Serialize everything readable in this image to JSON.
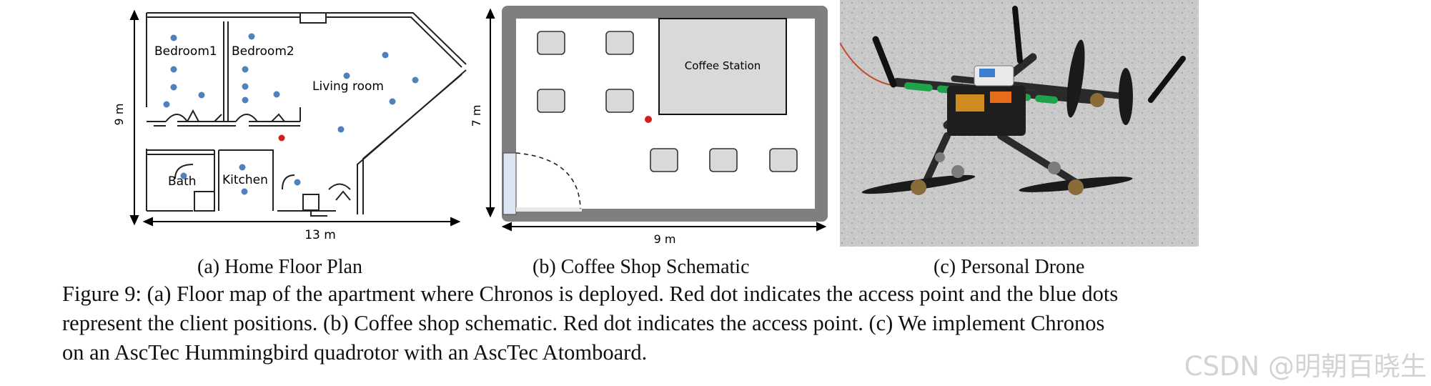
{
  "floor_plan": {
    "rooms": [
      "Bedroom1",
      "Bedroom2",
      "Living room",
      "Bath",
      "Kitchen"
    ],
    "height_label": "9 m",
    "width_label": "13 m"
  },
  "coffee_shop": {
    "station_label": "Coffee Station",
    "height_label": "7 m",
    "width_label": "9 m"
  },
  "subcaptions": {
    "a": "(a) Home Floor Plan",
    "b": "(b) Coffee Shop Schematic",
    "c": "(c) Personal Drone"
  },
  "caption": {
    "line1": "Figure 9: (a) Floor map of the apartment where Chronos is deployed. Red dot indicates the access point and the blue dots",
    "line2": "represent the client positions. (b) Coffee shop schematic. Red dot indicates the access point. (c) We implement Chronos",
    "line3": "on an AscTec Hummingbird quadrotor with an AscTec Atomboard."
  },
  "colors": {
    "client_dot": "#4f81bd",
    "access_point_dot": "#d41f1f",
    "shop_wall": "#7f7f7f",
    "table_fill": "#d9d9d9"
  },
  "watermark": "CSDN @明朝百晓生"
}
